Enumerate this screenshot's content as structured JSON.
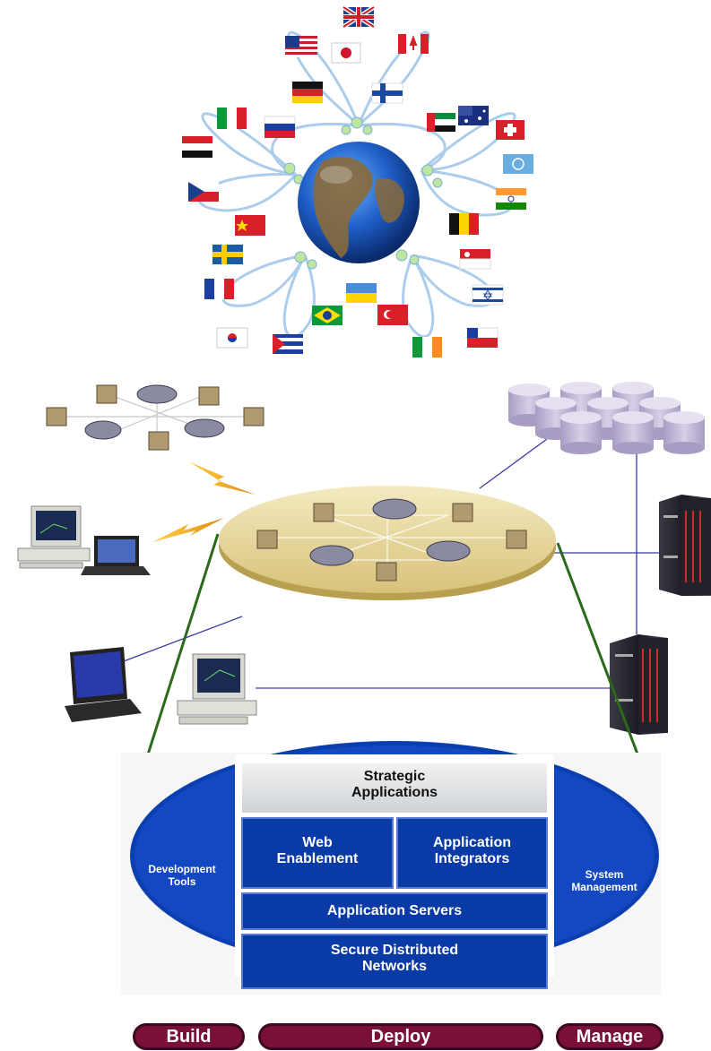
{
  "stack": {
    "strategic": "Strategic\nApplications",
    "web": "Web\nEnablement",
    "integrators": "Application\nIntegrators",
    "servers": "Application Servers",
    "networks": "Secure Distributed\nNetworks",
    "dev_tools": "Development\nTools",
    "sys_mgmt": "System\nManagement"
  },
  "buttons": {
    "build": "Build",
    "deploy": "Deploy",
    "manage": "Manage"
  },
  "colors": {
    "stack_blue": "#0a3aa6",
    "ellipse_blue": "#0b3fb0",
    "disk_tan": "#e8d89a",
    "disk_purple": "#c4bad8",
    "pill": "#7a0f3a",
    "zoom_lines": "#2a6a1a"
  }
}
